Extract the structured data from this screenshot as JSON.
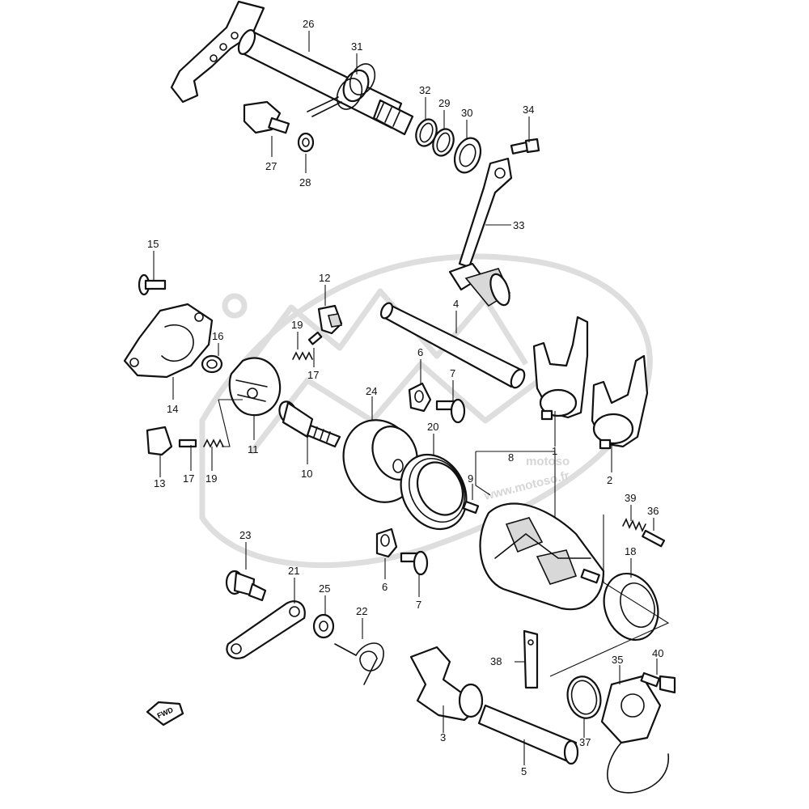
{
  "watermark": {
    "line1": "motoso",
    "line2": "www.motoso.fr"
  },
  "fwd_label": "FWD",
  "callouts": {
    "p1": "1",
    "p2": "2",
    "p3": "3",
    "p4": "4",
    "p5": "5",
    "p6a": "6",
    "p6b": "6",
    "p7a": "7",
    "p7b": "7",
    "p8": "8",
    "p9": "9",
    "p10": "10",
    "p11": "11",
    "p12": "12",
    "p13": "13",
    "p14": "14",
    "p15": "15",
    "p16": "16",
    "p17a": "17",
    "p17b": "17",
    "p18": "18",
    "p19a": "19",
    "p19b": "19",
    "p20": "20",
    "p21": "21",
    "p22": "22",
    "p23": "23",
    "p24": "24",
    "p25": "25",
    "p26": "26",
    "p27": "27",
    "p28": "28",
    "p29": "29",
    "p30": "30",
    "p31": "31",
    "p32": "32",
    "p33": "33",
    "p34": "34",
    "p35": "35",
    "p36": "36",
    "p37": "37",
    "p38": "38",
    "p39": "39",
    "p40": "40"
  }
}
